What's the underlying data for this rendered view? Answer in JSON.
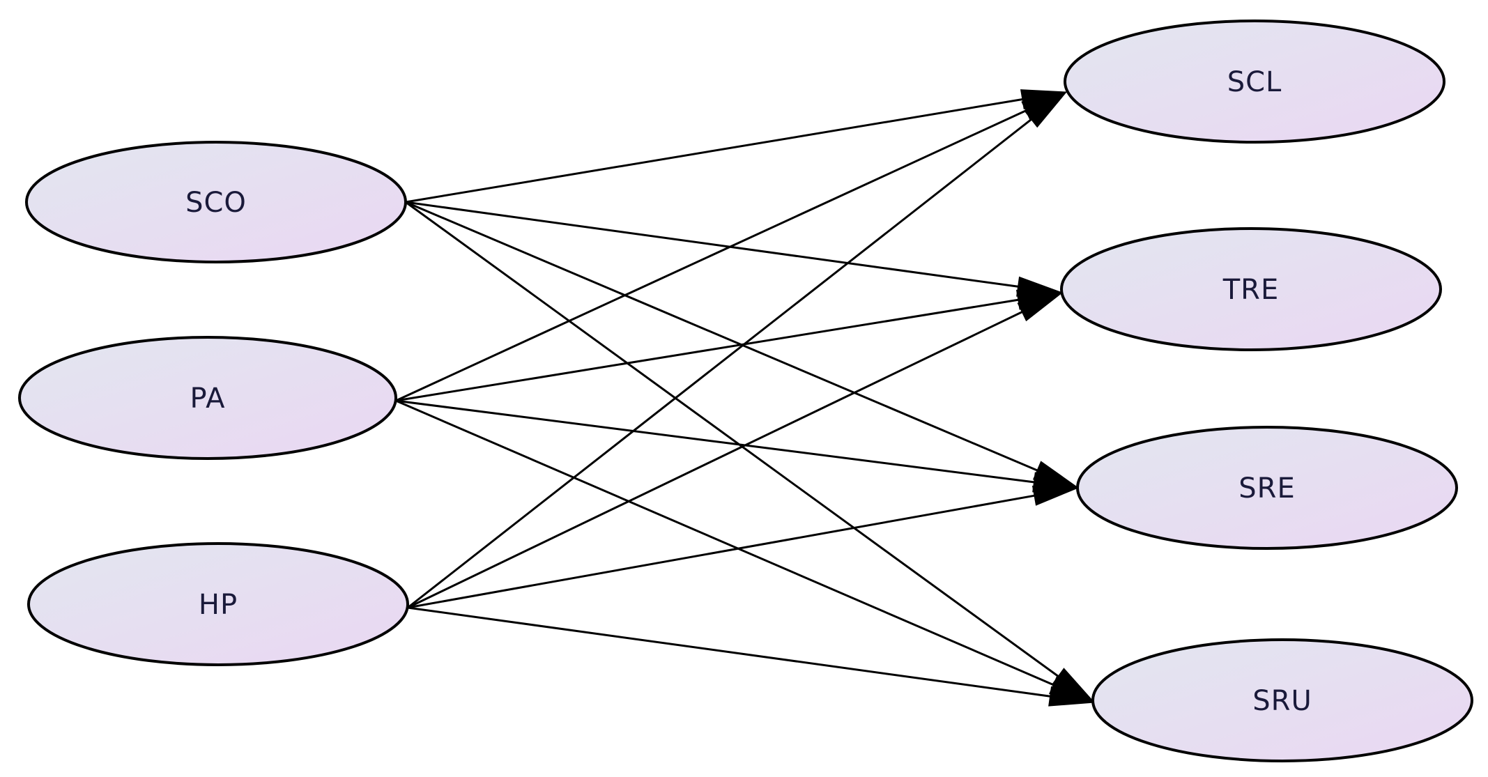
{
  "diagram": {
    "type": "directed-graph",
    "sources": [
      {
        "id": "SCO",
        "label": "SCO"
      },
      {
        "id": "PA",
        "label": "PA"
      },
      {
        "id": "HP",
        "label": "HP"
      }
    ],
    "targets": [
      {
        "id": "SCL",
        "label": "SCL"
      },
      {
        "id": "TRE",
        "label": "TRE"
      },
      {
        "id": "SRE",
        "label": "SRE"
      },
      {
        "id": "SRU",
        "label": "SRU"
      }
    ],
    "edges": [
      {
        "from": "SCO",
        "to": "SCL"
      },
      {
        "from": "SCO",
        "to": "TRE"
      },
      {
        "from": "SCO",
        "to": "SRE"
      },
      {
        "from": "SCO",
        "to": "SRU"
      },
      {
        "from": "PA",
        "to": "SCL"
      },
      {
        "from": "PA",
        "to": "TRE"
      },
      {
        "from": "PA",
        "to": "SRE"
      },
      {
        "from": "PA",
        "to": "SRU"
      },
      {
        "from": "HP",
        "to": "SCL"
      },
      {
        "from": "HP",
        "to": "TRE"
      },
      {
        "from": "HP",
        "to": "SRE"
      },
      {
        "from": "HP",
        "to": "SRU"
      }
    ],
    "colors": {
      "node_fill_start": "#e2e6f0",
      "node_fill_end": "#ead7f2",
      "node_stroke": "#000000",
      "edge": "#000000",
      "label": "#1a1a3a"
    }
  }
}
